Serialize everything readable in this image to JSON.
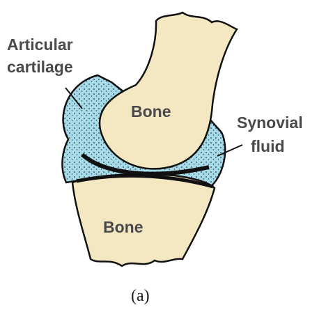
{
  "labels": {
    "articular_cartilage_line1": "Articular",
    "articular_cartilage_line2": "cartilage",
    "bone_upper": "Bone",
    "bone_lower": "Bone",
    "synovial_fluid_line1": "Synovial",
    "synovial_fluid_line2": "fluid",
    "caption": "(a)"
  },
  "colors": {
    "bone": "#f4e8c3",
    "synovial_fluid": "#a8dbe8",
    "cartilage_edge": "#111111",
    "label_text": "#4a4a4a"
  }
}
